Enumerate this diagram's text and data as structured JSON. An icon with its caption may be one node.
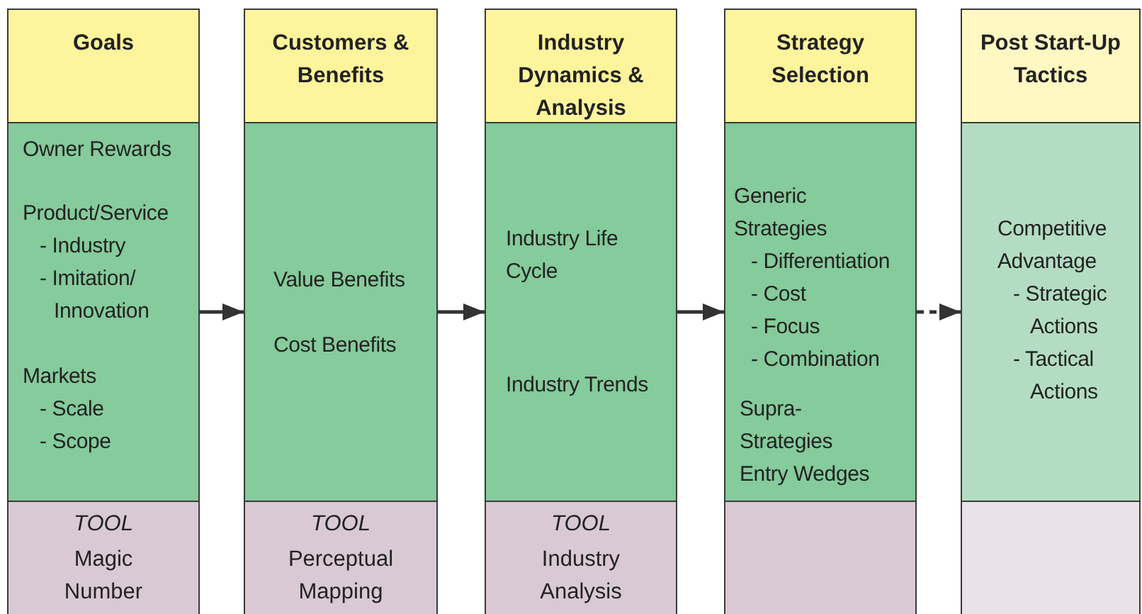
{
  "diagram": {
    "nodes": [
      {
        "text": [
          "Goals"
        ]
      },
      {
        "text": [
          "Owner Rewards",
          "Product/Service",
          "- Industry",
          "- Imitation/ Innovation",
          "Markets",
          "- Scale",
          "- Scope"
        ]
      },
      {
        "text": [
          "TOOL",
          "Magic Number"
        ]
      },
      {
        "text": [
          "Customers & Benefits"
        ]
      },
      {
        "text": [
          "Value Benefits",
          "Cost Benefits"
        ]
      },
      {
        "text": [
          "TOOL",
          "Perceptual Mapping"
        ]
      },
      {
        "text": [
          "Industry Dynamics & Analysis"
        ]
      },
      {
        "text": [
          "Industry Life Cycle",
          "Industry Trends"
        ]
      },
      {
        "text": [
          "TOOL",
          "Industry Analysis"
        ]
      },
      {
        "text": [
          "Strategy Selection"
        ]
      },
      {
        "text": [
          "Generic Strategies",
          "- Differentiation",
          "- Cost",
          "- Focus",
          "- Combination",
          "Supra- Strategies",
          "Entry Wedges"
        ]
      },
      {
        "text": [],
        "shape": "box"
      },
      {
        "text": [
          "Post Start-Up Tactics"
        ]
      },
      {
        "text": [
          "Competitive Advantage",
          "- Strategic Actions",
          "- Tactical Actions"
        ]
      },
      {
        "text": [],
        "shape": "box"
      }
    ],
    "edges": [
      {
        "from": 1,
        "to": 4,
        "arrow": "to"
      },
      {
        "from": 4,
        "to": 7,
        "arrow": "to"
      },
      {
        "from": 7,
        "to": 10,
        "arrow": "to"
      },
      {
        "from": 10,
        "to": 13,
        "arrow": "to",
        "style": "dashed"
      }
    ]
  }
}
